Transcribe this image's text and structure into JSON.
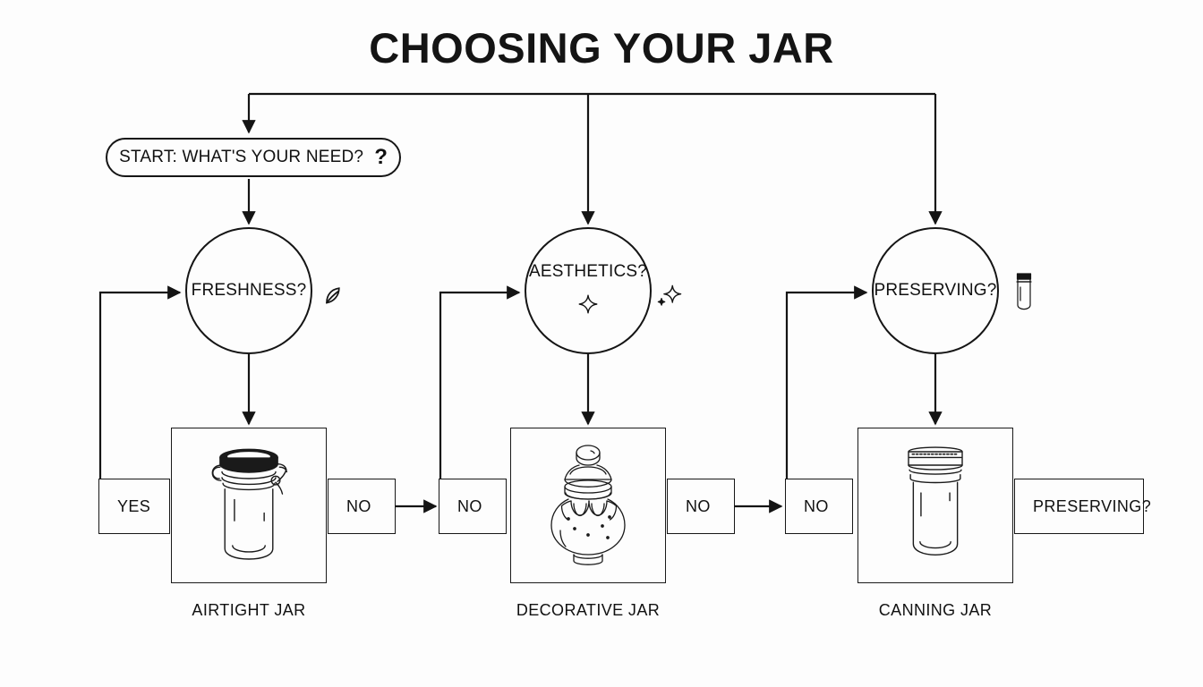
{
  "page": {
    "title": "CHOOSING YOUR JAR",
    "background_color": "#fdfdfd",
    "ink_color": "#111111"
  },
  "start": {
    "label": "START: WHAT'S YOUR NEED?",
    "icon": "question-mark-icon",
    "icon_glyph": "?"
  },
  "branches": [
    {
      "decision": "FRESHNESS?",
      "decision_icon": "leaf-icon",
      "result_caption": "AIRTIGHT JAR",
      "result_icon": "airtight-jar-illustration",
      "left_label": "YES",
      "right_label": "NO"
    },
    {
      "decision": "AESTHETICS?",
      "decision_icon": "sparkle-icon",
      "decision_inner_icon": "sparkle-icon",
      "result_caption": "DECORATIVE JAR",
      "result_icon": "decorative-jar-illustration",
      "left_label": "NO",
      "right_label": "NO"
    },
    {
      "decision": "PRESERVING?",
      "decision_icon": "jar-icon",
      "result_caption": "CANNING JAR",
      "result_icon": "canning-jar-illustration",
      "left_label": "NO",
      "right_label": "PRESERVING?"
    }
  ]
}
